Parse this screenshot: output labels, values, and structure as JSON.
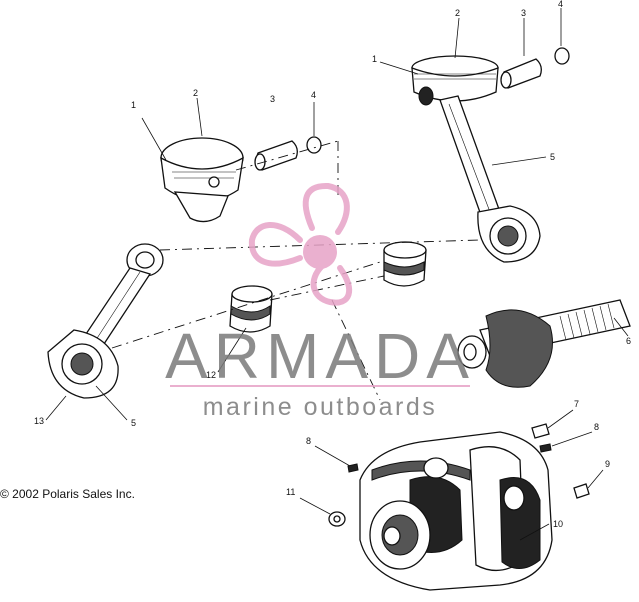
{
  "callouts": {
    "c1a": "1",
    "c2a": "2",
    "c3a": "3",
    "c4a": "4",
    "c1b": "1",
    "c2b": "2",
    "c3b": "3",
    "c4b": "4",
    "c5a": "5",
    "c5b": "5",
    "c6": "6",
    "c7": "7",
    "c8a": "8",
    "c8b": "8",
    "c9": "9",
    "c10": "10",
    "c11": "11",
    "c12": "12",
    "c13": "13"
  },
  "watermark": {
    "brand": "ARMADA",
    "tagline": "marine outboards"
  },
  "copyright": "© 2002 Polaris Sales Inc.",
  "colors": {
    "watermark_pink": "#e7a3c7",
    "watermark_gray": "#7a7a7a",
    "line": "#111111"
  }
}
